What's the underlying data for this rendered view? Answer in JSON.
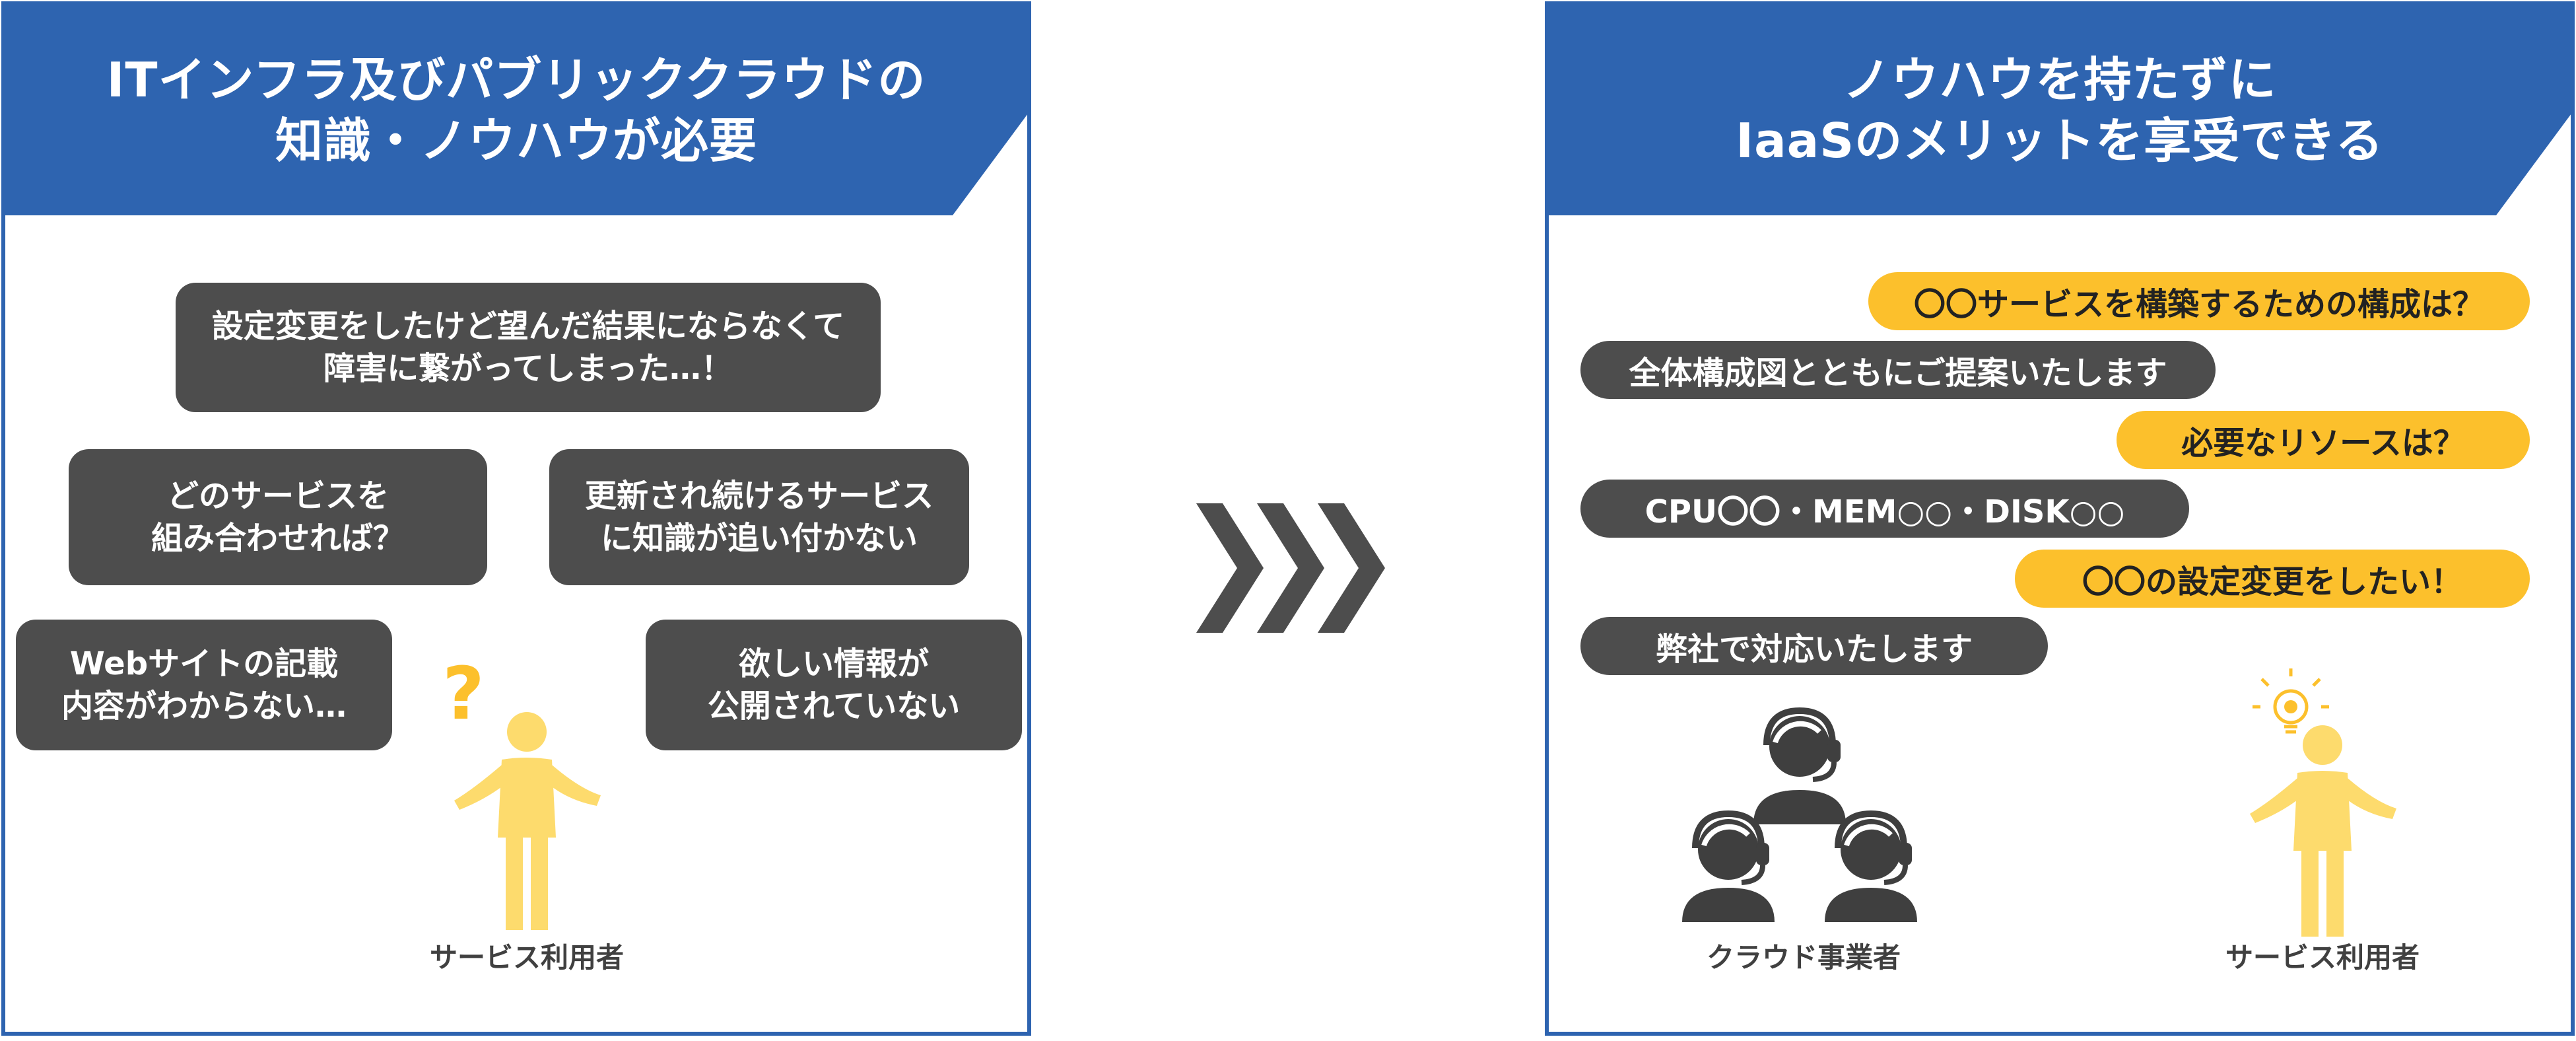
{
  "left_panel": {
    "title_line1": "ITインフラ及びパブリッククラウドの",
    "title_line2": "知識・ノウハウが必要",
    "bubbles": [
      {
        "line1": "設定変更をしたけど望んだ結果にならなくて",
        "line2": "障害に繋がってしまった…！"
      },
      {
        "line1": "どのサービスを",
        "line2": "組み合わせれば？"
      },
      {
        "line1": "更新され続けるサービス",
        "line2": "に知識が追い付かない"
      },
      {
        "line1": "Webサイトの記載",
        "line2": "内容がわからない…"
      },
      {
        "line1": "欲しい情報が",
        "line2": "公開されていない"
      }
    ],
    "user_label": "サービス利用者",
    "user_icon": "confused-person-icon"
  },
  "arrow_icon": "triple-chevron-right-icon",
  "right_panel": {
    "title_line1": "ノウハウを持たずに",
    "title_line2": "IaaSのメリットを享受できる",
    "dialogue": [
      {
        "role": "question",
        "text": "〇〇サービスを構築するための構成は？"
      },
      {
        "role": "answer",
        "text": "全体構成図とともにご提案いたします"
      },
      {
        "role": "question",
        "text": "必要なリソースは？"
      },
      {
        "role": "answer",
        "text": "CPU〇〇・MEM○○・DISK○○"
      },
      {
        "role": "question",
        "text": "〇〇の設定変更をしたい！"
      },
      {
        "role": "answer",
        "text": "弊社で対応いたします"
      }
    ],
    "provider_label": "クラウド事業者",
    "provider_icon": "support-team-icon",
    "user_label": "サービス利用者",
    "user_icon": "idea-person-icon"
  },
  "colors": {
    "header_blue": "#2e64b0",
    "bubble_gray": "#4d4d4d",
    "question_yellow": "#fcc02c",
    "person_yellow": "#fddb6d"
  }
}
